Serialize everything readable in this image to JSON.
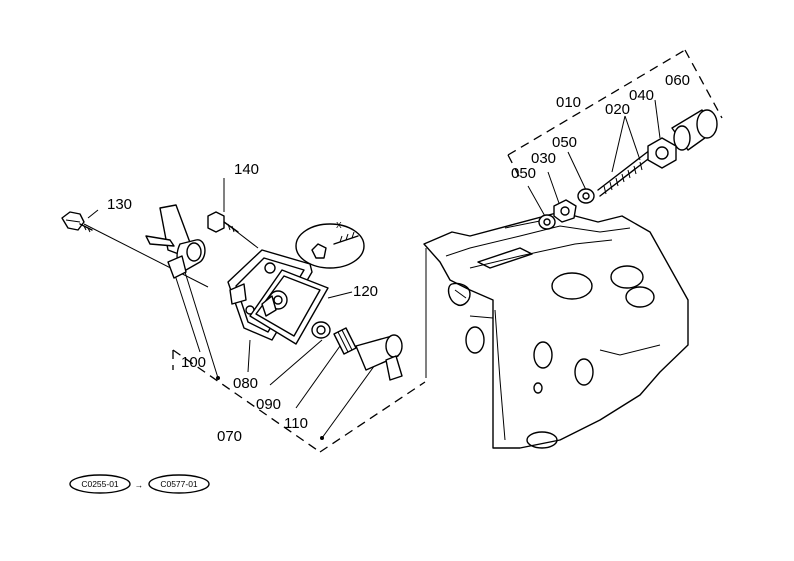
{
  "callouts": {
    "p010": "010",
    "p020": "020",
    "p030": "030",
    "p040": "040",
    "p050a": "050",
    "p050b": "050",
    "p060": "060",
    "p070": "070",
    "p080": "080",
    "p090": "090",
    "p100": "100",
    "p110": "110",
    "p120": "120",
    "p130": "130",
    "p140": "140",
    "x_mark": "X"
  },
  "serial_codes": {
    "from": "C0255-01",
    "to": "C0577-01",
    "arrow": "→"
  }
}
